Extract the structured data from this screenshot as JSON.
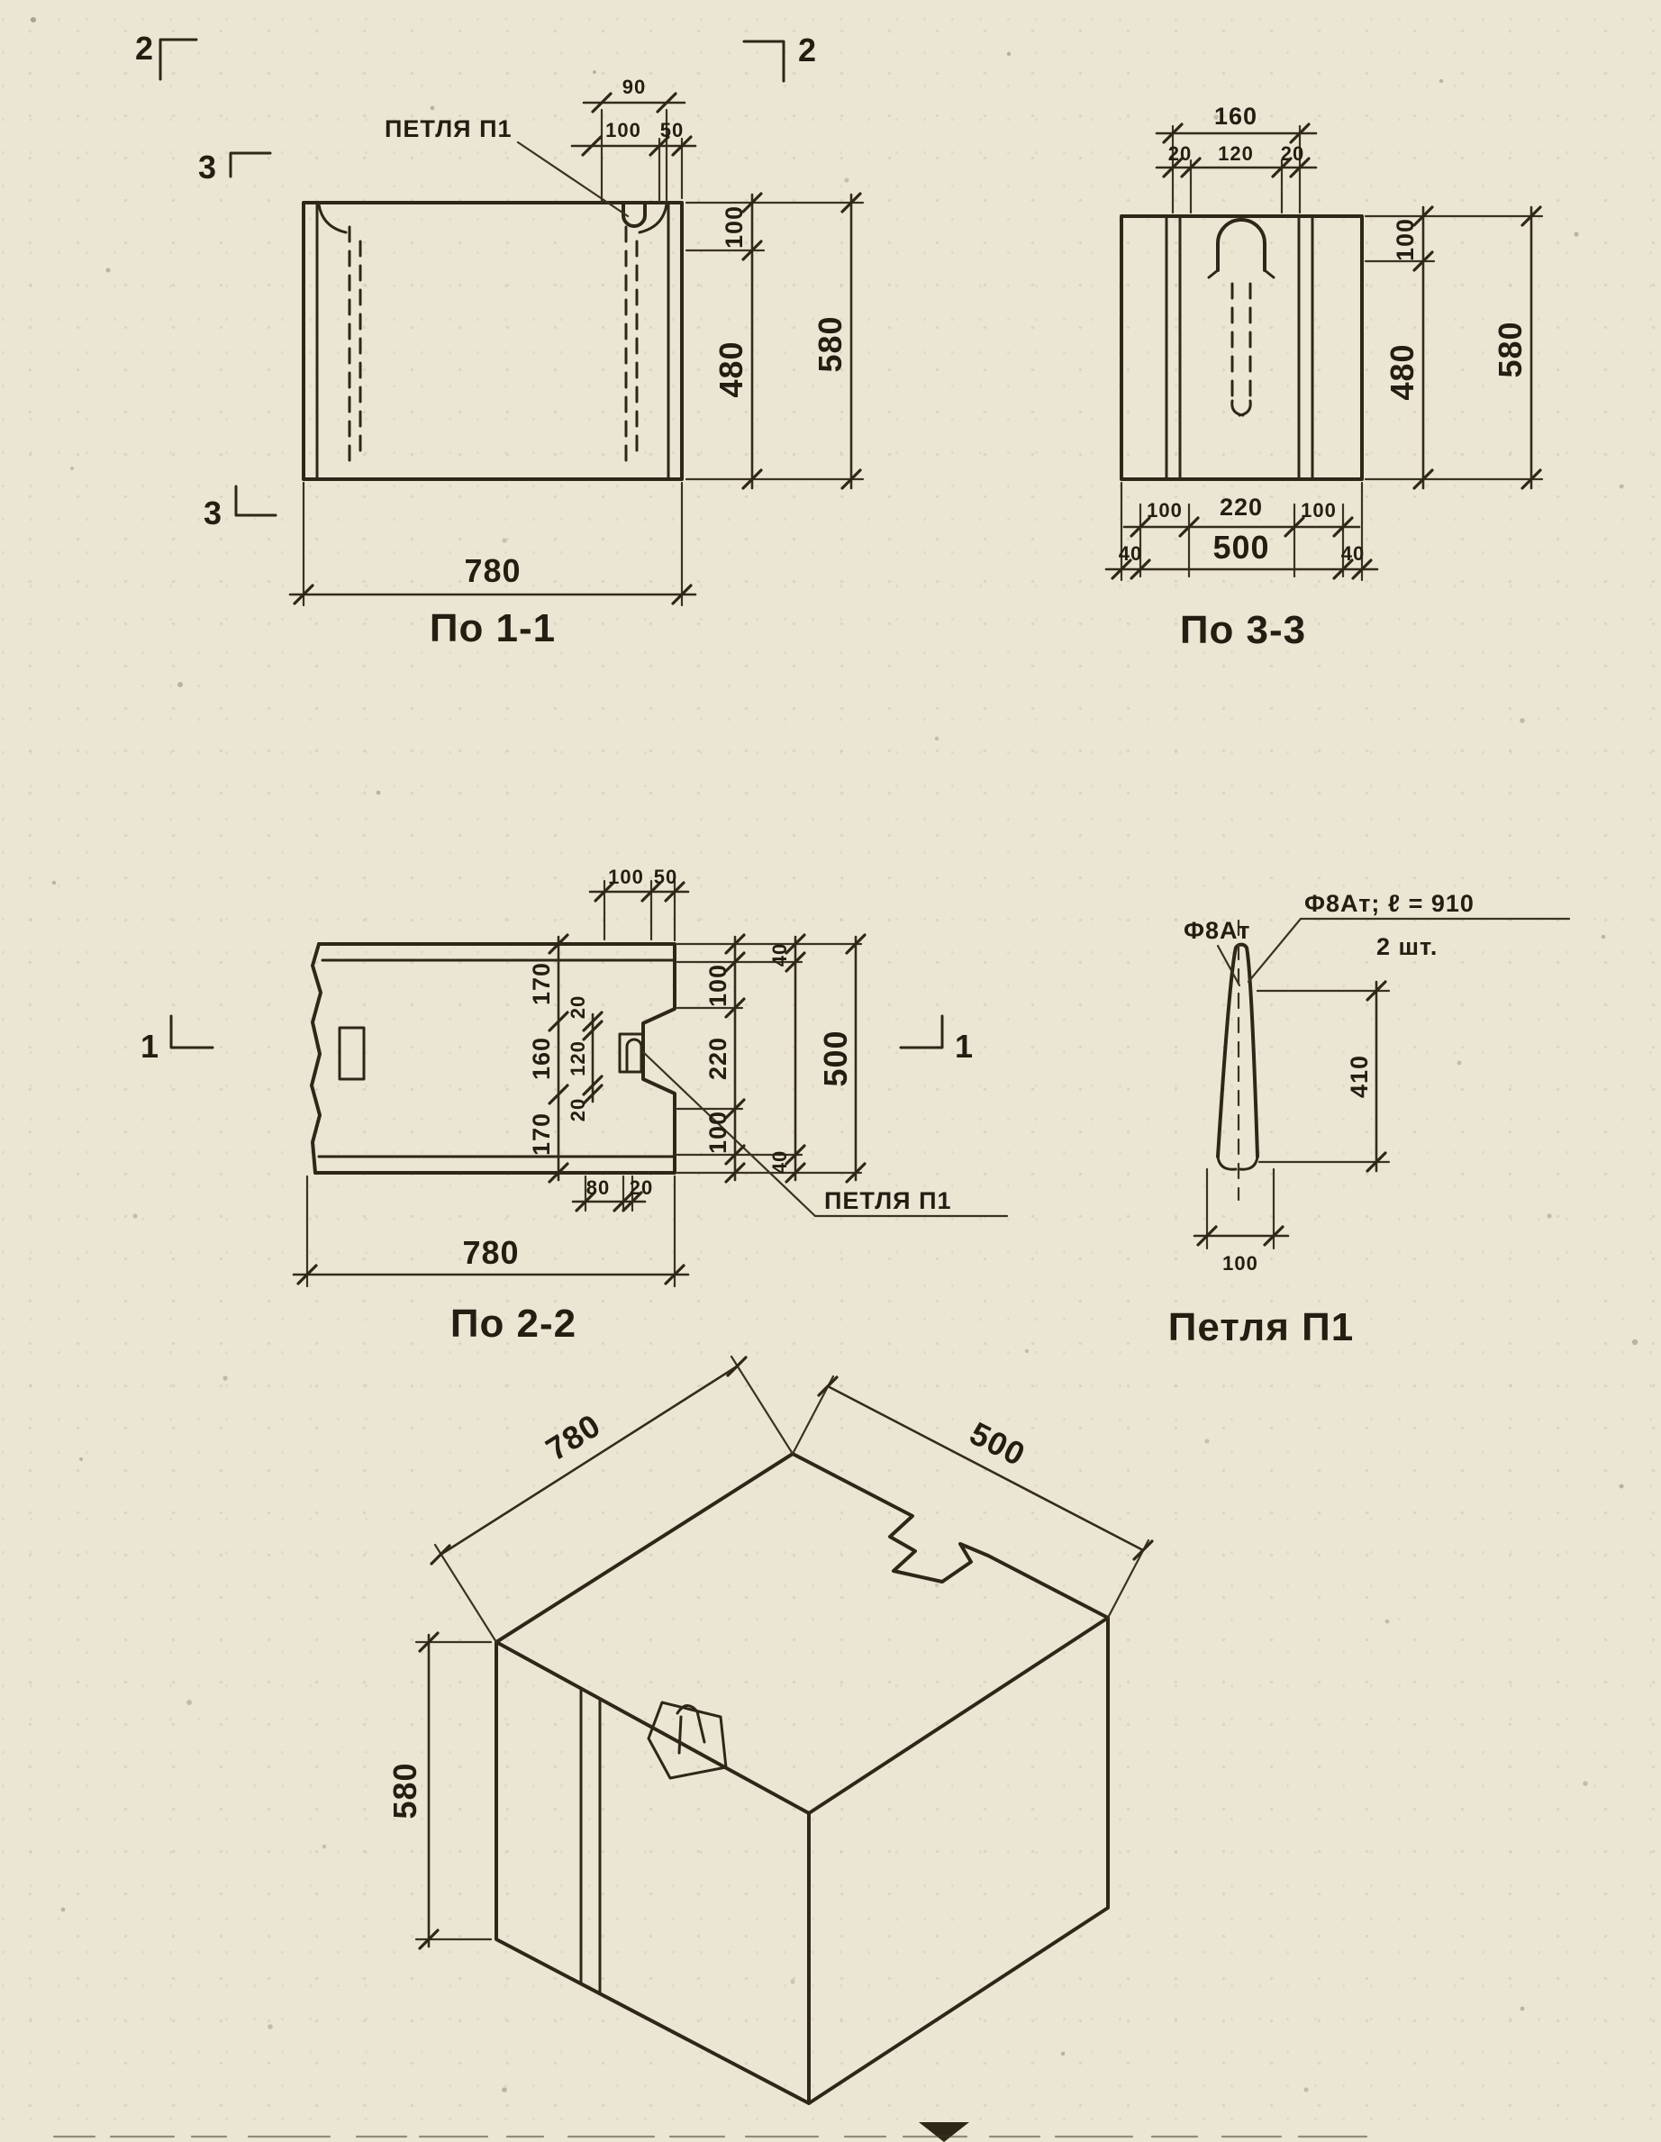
{
  "page": {
    "background": "#ebe6d4",
    "ink": "#2e2719"
  },
  "section_markers": {
    "m2_left": "2",
    "m2_right": "2",
    "m3_upper": "3",
    "m3_lower": "3",
    "m1_left": "1",
    "m1_right": "1"
  },
  "view_1_1": {
    "title": "По 1-1",
    "loop_callout": "ПЕТЛЯ П1",
    "dims": {
      "loop_width": "90",
      "offset_a": "100",
      "offset_b": "50",
      "right_top": "100",
      "right_main": "480",
      "right_total": "580",
      "width_total": "780"
    }
  },
  "view_3_3": {
    "title": "По 3-3",
    "dims": {
      "top_total": "160",
      "top_segs": [
        "20",
        "120",
        "20"
      ],
      "right_top": "100",
      "right_main": "480",
      "right_total": "580",
      "bottom_segs": [
        "100",
        "220",
        "100"
      ],
      "bottom_edge_left": "40",
      "bottom_edge_right": "40",
      "bottom_total": "500"
    }
  },
  "view_2_2": {
    "title": "По 2-2",
    "loop_callout": "ПЕТЛЯ П1",
    "dims": {
      "top_a": "100",
      "top_b": "50",
      "depth_segs": [
        "170",
        "160",
        "170"
      ],
      "pocket_segs": [
        "20",
        "120",
        "20"
      ],
      "right_segs": [
        "100",
        "220",
        "100"
      ],
      "right_edge_top": "40",
      "right_edge_bottom": "40",
      "right_total": "500",
      "bottom_a": "80",
      "bottom_b": "20",
      "width_total": "780"
    }
  },
  "loop_detail": {
    "title": "Петля П1",
    "bar_mark": "Ф8Ат",
    "spec": "Ф8Ат; ℓ = 910",
    "qty": "2 шт.",
    "dims": {
      "height": "410",
      "width": "100"
    }
  },
  "isometric": {
    "dims": {
      "width": "780",
      "depth": "500",
      "height": "580"
    }
  }
}
